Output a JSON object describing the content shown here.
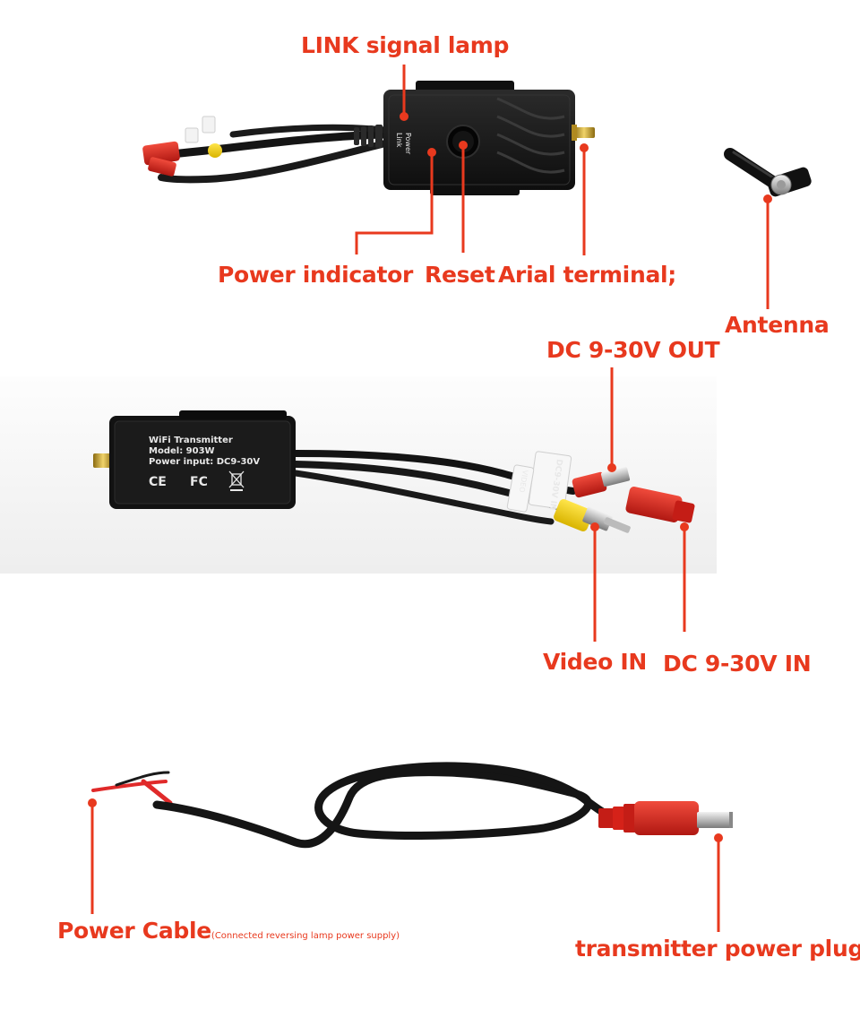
{
  "labels": {
    "link_lamp": "LINK signal lamp",
    "power_indicator": "Power indicator",
    "reset": "Reset",
    "arial_terminal": "Arial terminal;",
    "antenna": "Antenna",
    "dc_out": "DC 9-30V OUT",
    "video_in": "Video IN",
    "dc_in": "DC 9-30V IN",
    "power_cable": "Power Cable",
    "power_cable_note": "(Connected reversing lamp power supply)",
    "power_plug": "transmitter power plug"
  },
  "device_top": {
    "side_text_power": "Power",
    "side_text_link": "Link"
  },
  "device_label": {
    "line1": "WiFi Transmitter",
    "line2": "Model: 903W",
    "line3": "Power input: DC9-30V",
    "ce": "CE",
    "fc": "FC"
  },
  "cable_tags": {
    "tag1": "DC9-30V IN",
    "tag2": "VIDEO"
  },
  "colors": {
    "accent": "#e8391e",
    "device": "#1c1c1c",
    "cable": "#141414",
    "rca_red": "#d8261f",
    "rca_yellow": "#f2d21a",
    "gold": "#c9a227"
  }
}
